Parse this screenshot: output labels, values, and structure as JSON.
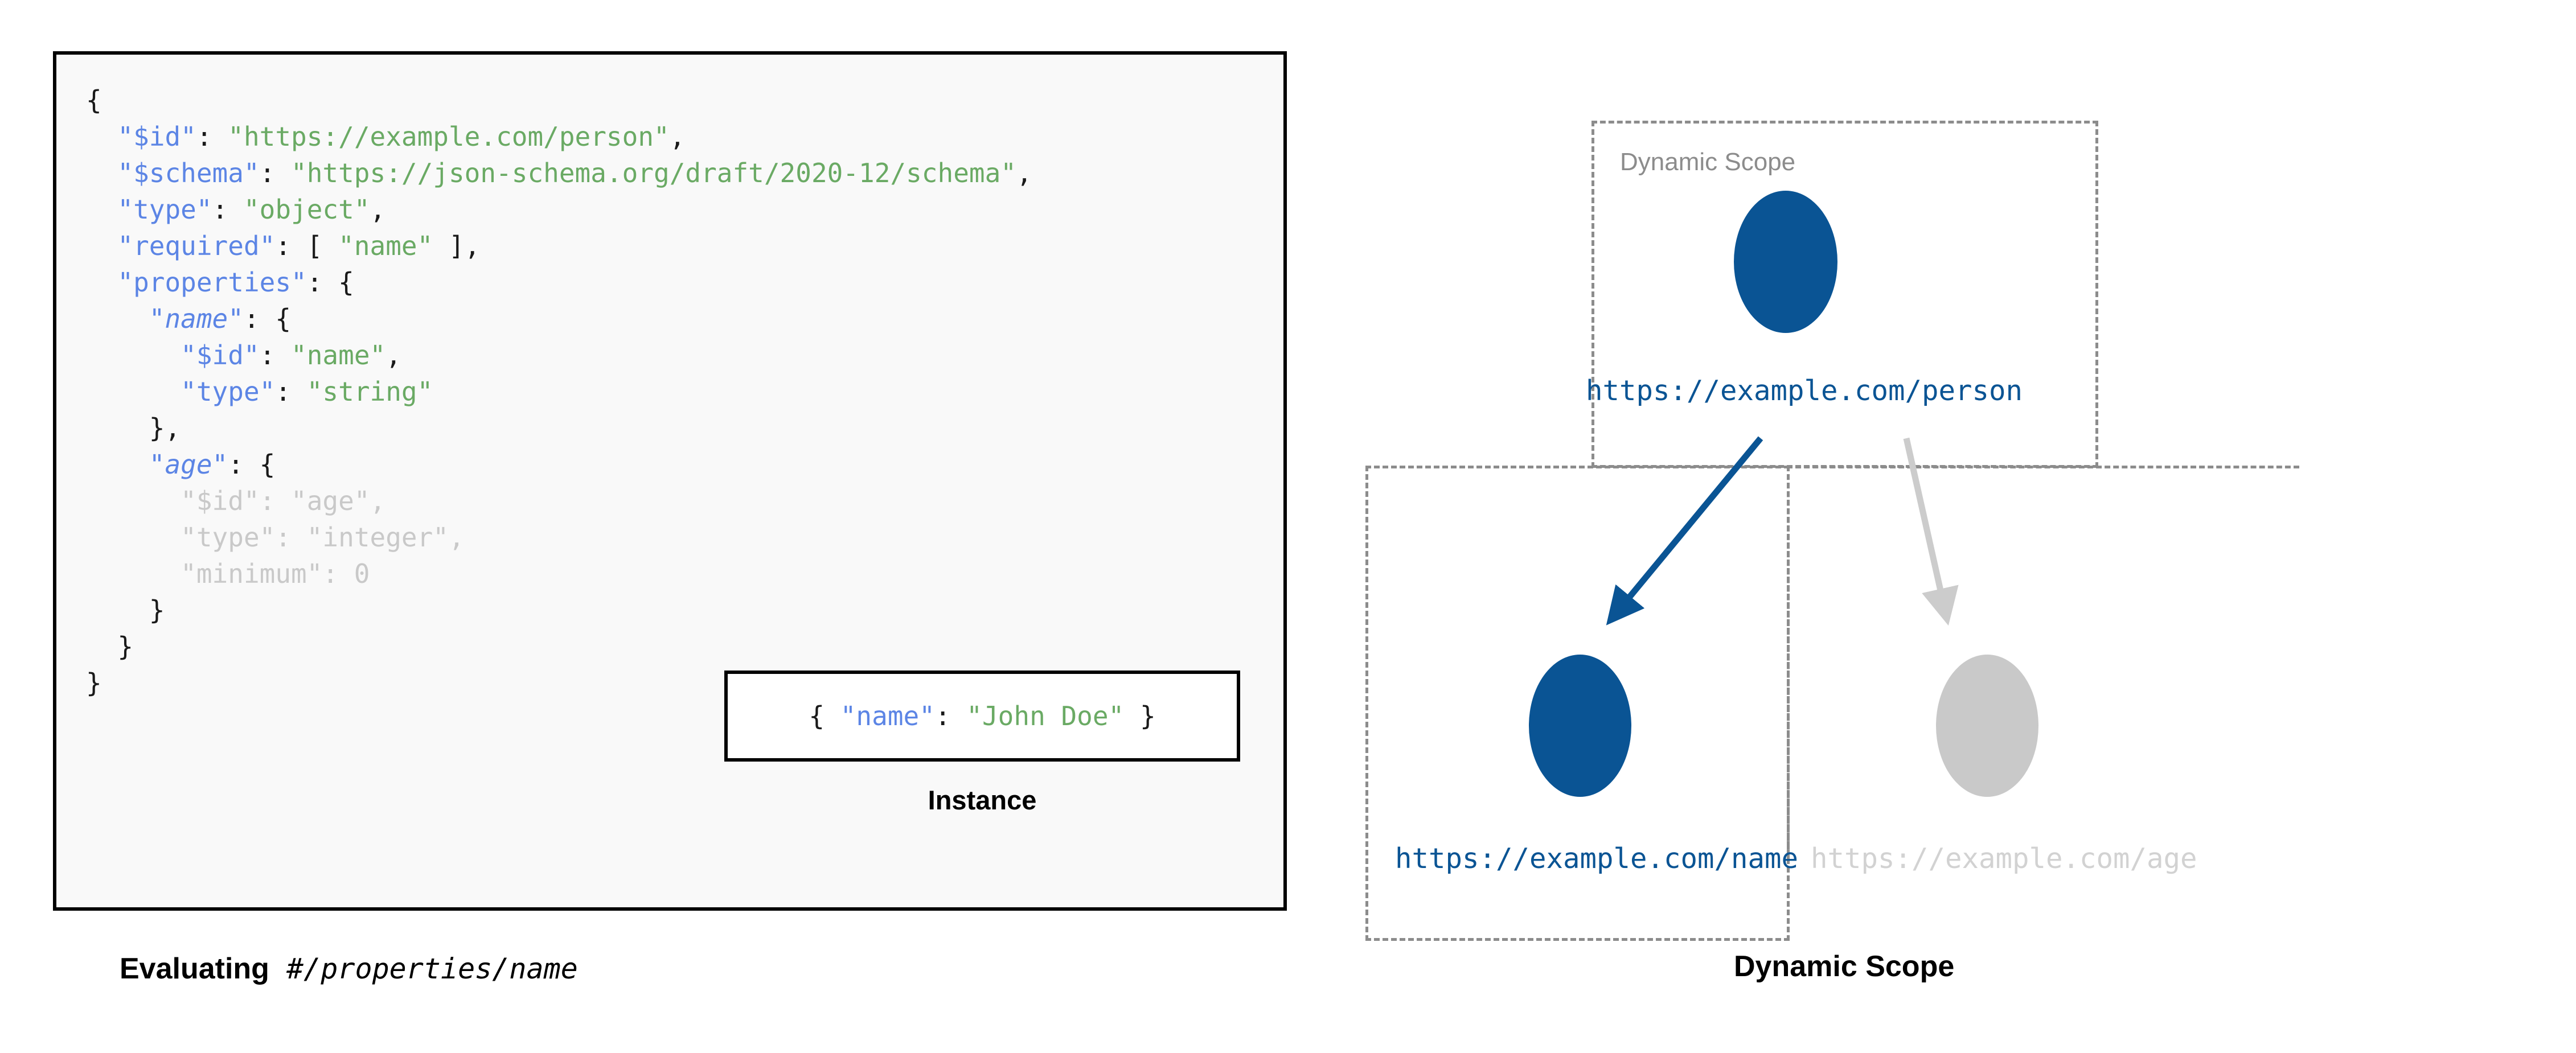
{
  "left_panel": {
    "background_color": "#f9f9f9",
    "border_color": "#000000",
    "code_lines": [
      {
        "indent": 0,
        "parts": [
          {
            "t": "{",
            "c": "punct"
          }
        ]
      },
      {
        "indent": 1,
        "parts": [
          {
            "t": "\"$id\"",
            "c": "key"
          },
          {
            "t": ": ",
            "c": "punct"
          },
          {
            "t": "\"https://example.com/person\"",
            "c": "string"
          },
          {
            "t": ",",
            "c": "punct"
          }
        ]
      },
      {
        "indent": 1,
        "parts": [
          {
            "t": "\"$schema\"",
            "c": "key"
          },
          {
            "t": ": ",
            "c": "punct"
          },
          {
            "t": "\"https://json-schema.org/draft/2020-12/schema\"",
            "c": "string"
          },
          {
            "t": ",",
            "c": "punct"
          }
        ]
      },
      {
        "indent": 1,
        "parts": [
          {
            "t": "\"type\"",
            "c": "key"
          },
          {
            "t": ": ",
            "c": "punct"
          },
          {
            "t": "\"object\"",
            "c": "string"
          },
          {
            "t": ",",
            "c": "punct"
          }
        ]
      },
      {
        "indent": 1,
        "parts": [
          {
            "t": "\"required\"",
            "c": "key"
          },
          {
            "t": ": [ ",
            "c": "punct"
          },
          {
            "t": "\"name\"",
            "c": "string"
          },
          {
            "t": " ],",
            "c": "punct"
          }
        ]
      },
      {
        "indent": 1,
        "parts": [
          {
            "t": "\"properties\"",
            "c": "key"
          },
          {
            "t": ": {",
            "c": "punct"
          }
        ]
      },
      {
        "indent": 2,
        "parts": [
          {
            "t": "\"name\"",
            "c": "key-italic"
          },
          {
            "t": ": {",
            "c": "punct"
          }
        ]
      },
      {
        "indent": 3,
        "parts": [
          {
            "t": "\"$id\"",
            "c": "key"
          },
          {
            "t": ": ",
            "c": "punct"
          },
          {
            "t": "\"name\"",
            "c": "string"
          },
          {
            "t": ",",
            "c": "punct"
          }
        ]
      },
      {
        "indent": 3,
        "parts": [
          {
            "t": "\"type\"",
            "c": "key"
          },
          {
            "t": ": ",
            "c": "punct"
          },
          {
            "t": "\"string\"",
            "c": "string"
          }
        ]
      },
      {
        "indent": 2,
        "parts": [
          {
            "t": "},",
            "c": "punct"
          }
        ]
      },
      {
        "indent": 2,
        "parts": [
          {
            "t": "\"age\"",
            "c": "key-italic"
          },
          {
            "t": ": {",
            "c": "punct"
          }
        ]
      },
      {
        "indent": 3,
        "dim": true,
        "parts": [
          {
            "t": "\"$id\"",
            "c": "key"
          },
          {
            "t": ": ",
            "c": "punct"
          },
          {
            "t": "\"age\"",
            "c": "string"
          },
          {
            "t": ",",
            "c": "punct"
          }
        ]
      },
      {
        "indent": 3,
        "dim": true,
        "parts": [
          {
            "t": "\"type\"",
            "c": "key"
          },
          {
            "t": ": ",
            "c": "punct"
          },
          {
            "t": "\"integer\"",
            "c": "string"
          },
          {
            "t": ",",
            "c": "punct"
          }
        ]
      },
      {
        "indent": 3,
        "dim": true,
        "parts": [
          {
            "t": "\"minimum\"",
            "c": "key"
          },
          {
            "t": ": 0",
            "c": "punct"
          }
        ]
      },
      {
        "indent": 2,
        "parts": [
          {
            "t": "}",
            "c": "punct"
          }
        ]
      },
      {
        "indent": 1,
        "parts": [
          {
            "t": "}",
            "c": "punct"
          }
        ]
      },
      {
        "indent": 0,
        "parts": [
          {
            "t": "}",
            "c": "punct"
          }
        ]
      }
    ]
  },
  "instance": {
    "code_parts": [
      {
        "t": "{ ",
        "c": "punct"
      },
      {
        "t": "\"name\"",
        "c": "key"
      },
      {
        "t": ": ",
        "c": "punct"
      },
      {
        "t": "\"John Doe\"",
        "c": "string"
      },
      {
        "t": " }",
        "c": "punct"
      }
    ],
    "caption": "Instance"
  },
  "captions": {
    "left_bold": "Evaluating",
    "left_mono": "#/properties/name",
    "right": "Dynamic Scope"
  },
  "diagram": {
    "scope_label": "Dynamic Scope",
    "nodes": [
      {
        "id": "person",
        "label": "https://example.com/person",
        "color": "#0a5494",
        "active": true
      },
      {
        "id": "name",
        "label": "https://example.com/name",
        "color": "#0a5494",
        "active": true
      },
      {
        "id": "age",
        "label": "https://example.com/age",
        "color": "#c9c9c9",
        "active": false
      }
    ],
    "edges": [
      {
        "from": "person",
        "to": "name",
        "color": "#0a5494",
        "active": true
      },
      {
        "from": "person",
        "to": "age",
        "color": "#cccccc",
        "active": false
      }
    ],
    "scope_boxes": [
      {
        "id": "person-scope",
        "border_color": "#8c8c8c",
        "style": "dashed"
      },
      {
        "id": "name-scope",
        "border_color": "#8c8c8c",
        "style": "dashed"
      },
      {
        "id": "age-scope",
        "border_color": "#8c8c8c",
        "style": "dashed"
      }
    ]
  },
  "colors": {
    "key": "#5c85e5",
    "string": "#6aaa64",
    "punct": "#1a1a1a",
    "dim": "#c9c9c9",
    "node_active": "#0a5494",
    "node_inactive": "#c9c9c9",
    "scope_border": "#8c8c8c"
  }
}
